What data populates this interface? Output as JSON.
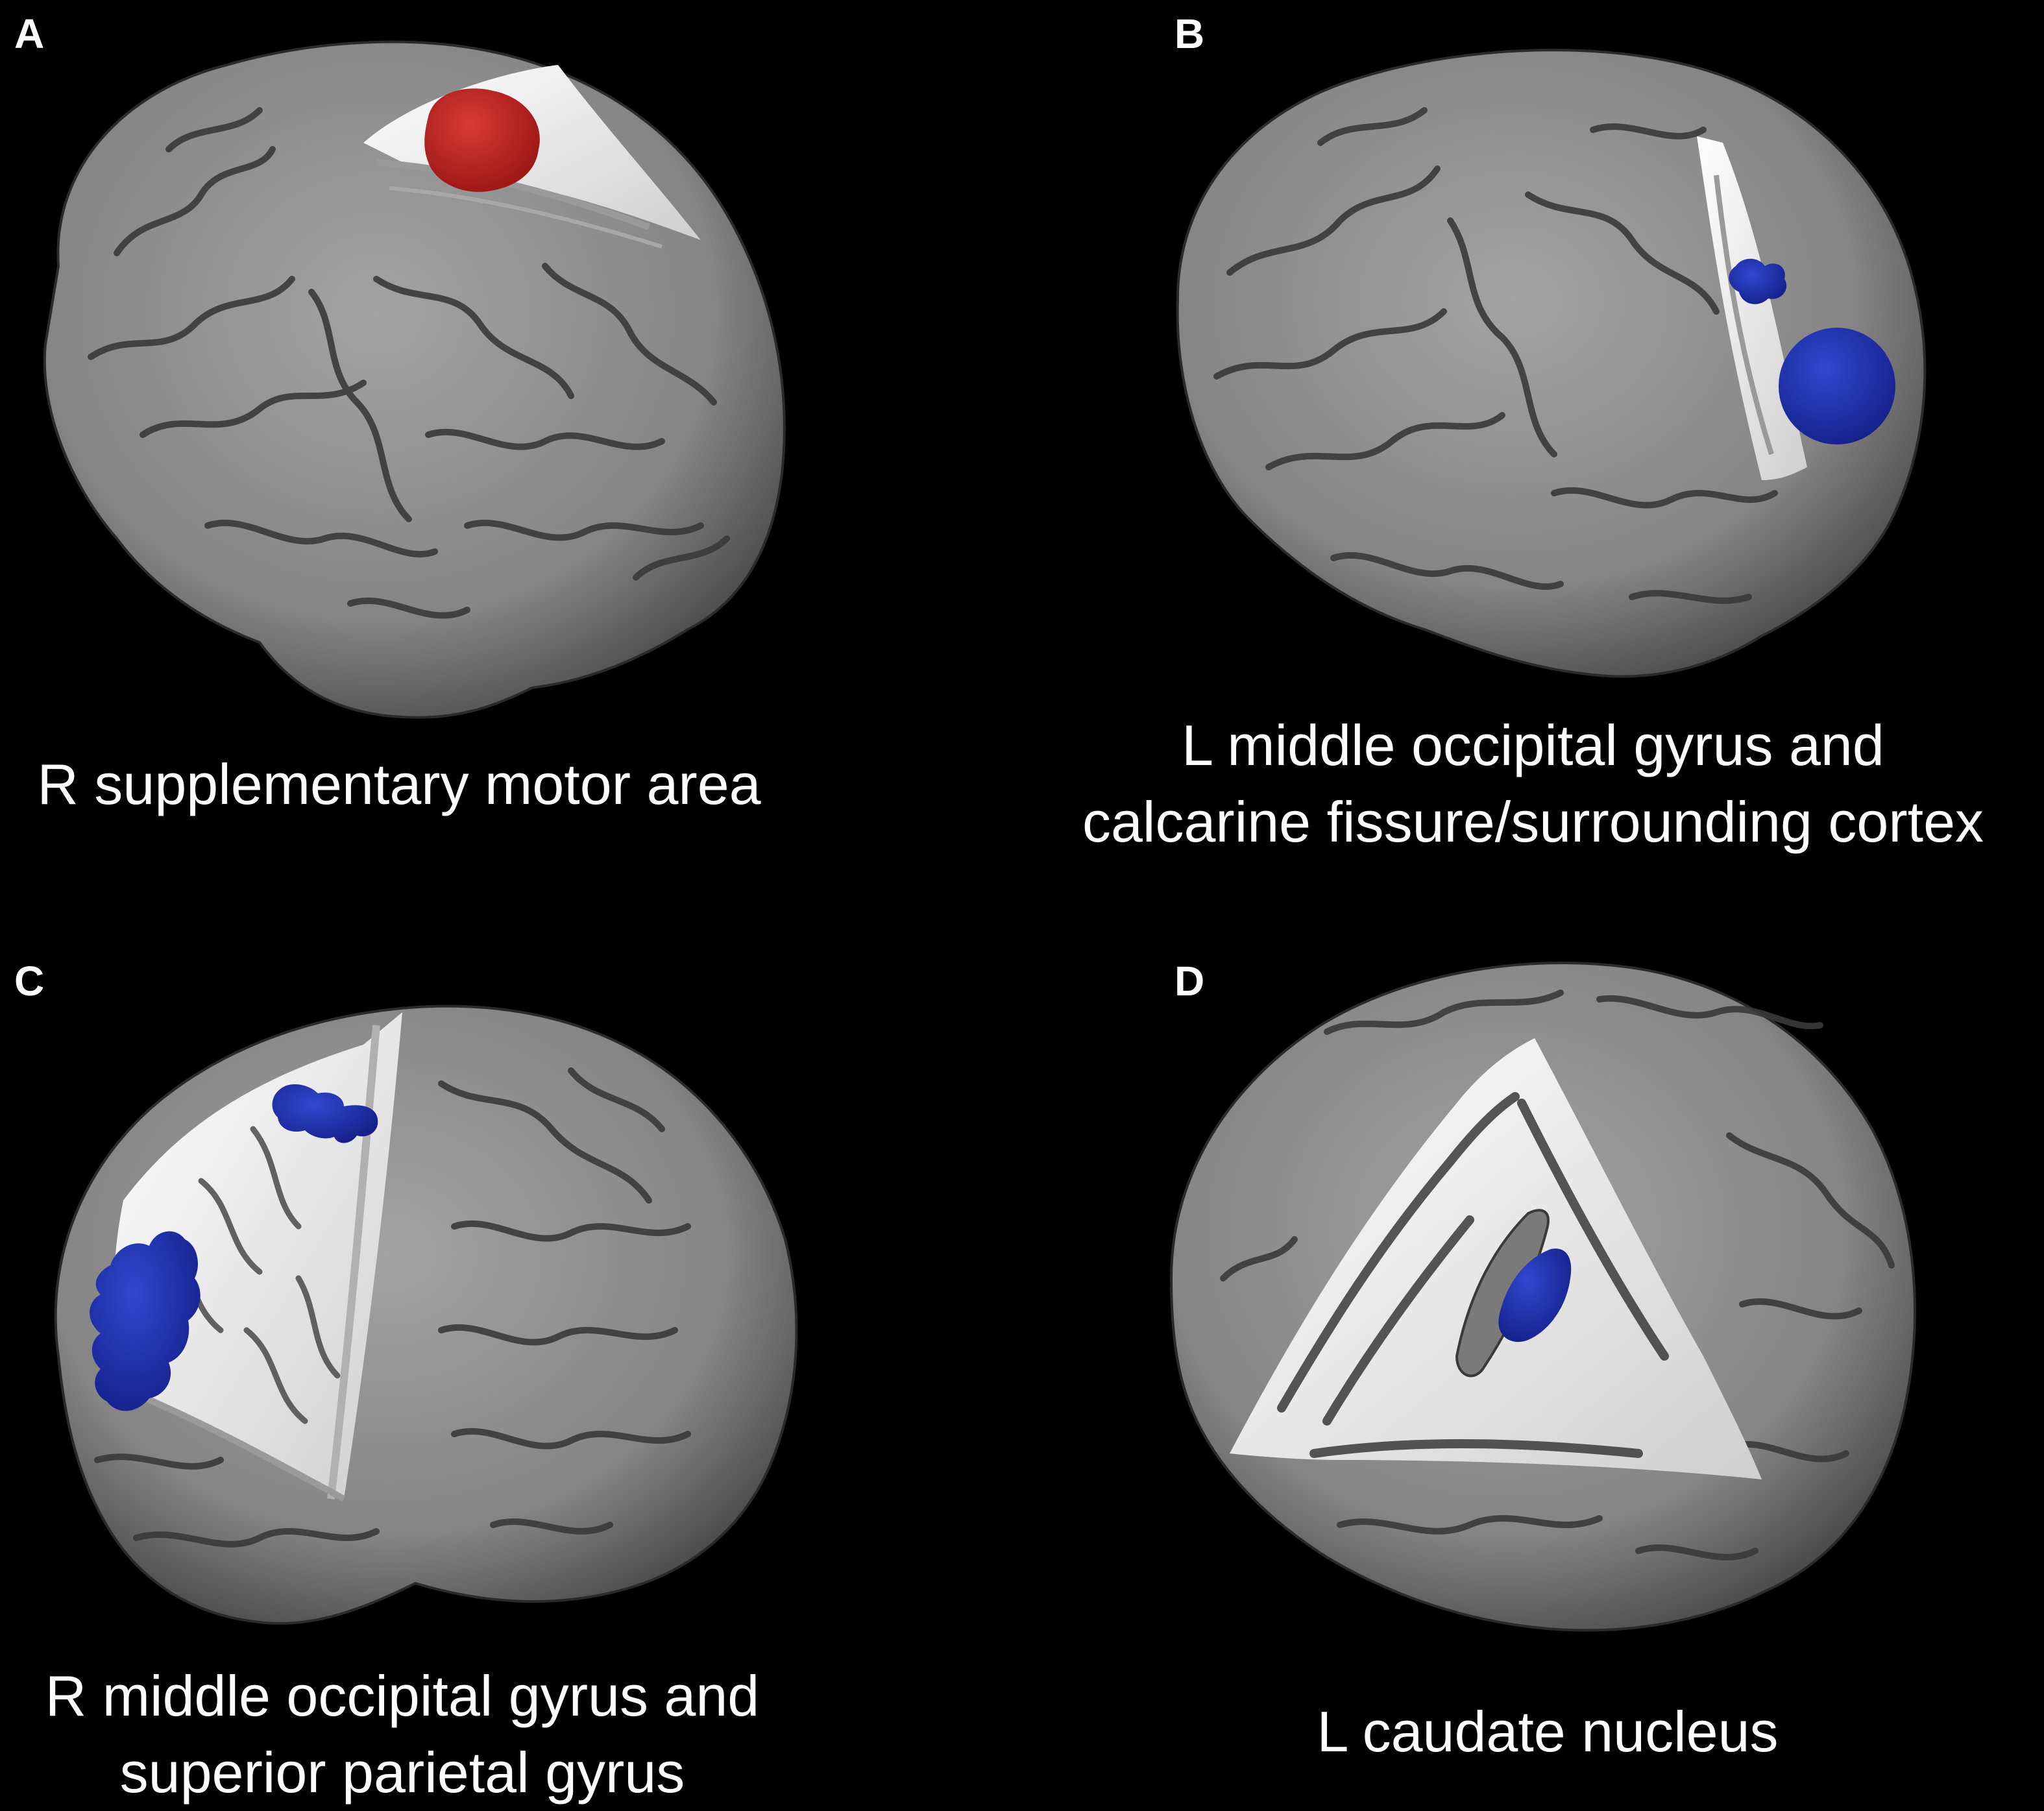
{
  "panels": [
    {
      "letter": "A",
      "caption_lines": [
        "R supplementary motor area"
      ],
      "cluster_color": "#c0221f"
    },
    {
      "letter": "B",
      "caption_lines": [
        "L middle occipital gyrus and",
        "calcarine fissure/surrounding cortex"
      ],
      "cluster_color": "#2232b8"
    },
    {
      "letter": "C",
      "caption_lines": [
        "R middle occipital gyrus and",
        "superior parietal gyrus"
      ],
      "cluster_color": "#2232b8"
    },
    {
      "letter": "D",
      "caption_lines": [
        "L caudate nucleus"
      ],
      "cluster_color": "#2232b8"
    }
  ],
  "colors": {
    "background": "#000000",
    "cortex": "#8a8a8a",
    "sulcus": "#3a3a3a",
    "white_matter": "#f2f2f2",
    "text": "#ffffff"
  }
}
